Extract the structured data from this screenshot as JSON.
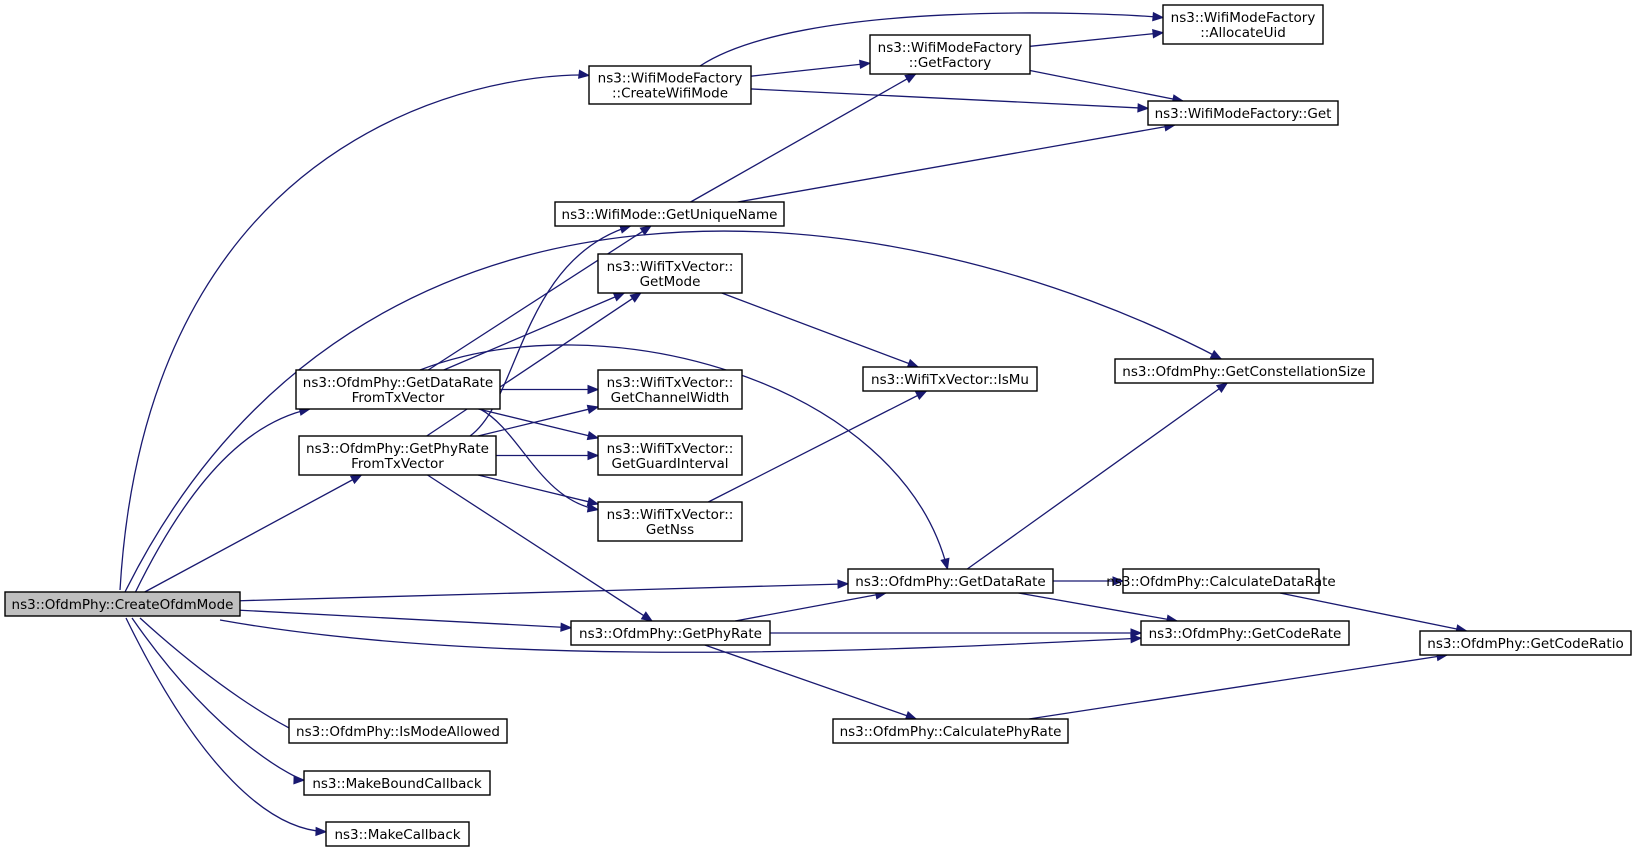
{
  "diagram": {
    "root": "n_create",
    "nodes": [
      {
        "id": "n_create",
        "lines": [
          "ns3::OfdmPhy::CreateOfdmMode"
        ]
      },
      {
        "id": "n_createwifi",
        "lines": [
          "ns3::WifiModeFactory",
          "::CreateWifiMode"
        ]
      },
      {
        "id": "n_getfactory",
        "lines": [
          "ns3::WifiModeFactory",
          "::GetFactory"
        ]
      },
      {
        "id": "n_alloc",
        "lines": [
          "ns3::WifiModeFactory",
          "::AllocateUid"
        ]
      },
      {
        "id": "n_wmfget",
        "lines": [
          "ns3::WifiModeFactory::Get"
        ]
      },
      {
        "id": "n_uniquename",
        "lines": [
          "ns3::WifiMode::GetUniqueName"
        ]
      },
      {
        "id": "n_getmode",
        "lines": [
          "ns3::WifiTxVector::",
          "GetMode"
        ]
      },
      {
        "id": "n_ismu",
        "lines": [
          "ns3::WifiTxVector::IsMu"
        ]
      },
      {
        "id": "n_constsize",
        "lines": [
          "ns3::OfdmPhy::GetConstellationSize"
        ]
      },
      {
        "id": "n_drfromtx",
        "lines": [
          "ns3::OfdmPhy::GetDataRate",
          "FromTxVector"
        ]
      },
      {
        "id": "n_prfromtx",
        "lines": [
          "ns3::OfdmPhy::GetPhyRate",
          "FromTxVector"
        ]
      },
      {
        "id": "n_chanwidth",
        "lines": [
          "ns3::WifiTxVector::",
          "GetChannelWidth"
        ]
      },
      {
        "id": "n_guard",
        "lines": [
          "ns3::WifiTxVector::",
          "GetGuardInterval"
        ]
      },
      {
        "id": "n_nss",
        "lines": [
          "ns3::WifiTxVector::",
          "GetNss"
        ]
      },
      {
        "id": "n_getdatarate",
        "lines": [
          "ns3::OfdmPhy::GetDataRate"
        ]
      },
      {
        "id": "n_calcdr",
        "lines": [
          "ns3::OfdmPhy::CalculateDataRate"
        ]
      },
      {
        "id": "n_getphyrate",
        "lines": [
          "ns3::OfdmPhy::GetPhyRate"
        ]
      },
      {
        "id": "n_coderate",
        "lines": [
          "ns3::OfdmPhy::GetCodeRate"
        ]
      },
      {
        "id": "n_coderatio",
        "lines": [
          "ns3::OfdmPhy::GetCodeRatio"
        ]
      },
      {
        "id": "n_calcpr",
        "lines": [
          "ns3::OfdmPhy::CalculatePhyRate"
        ]
      },
      {
        "id": "n_modeallowed",
        "lines": [
          "ns3::OfdmPhy::IsModeAllowed"
        ]
      },
      {
        "id": "n_boundcb",
        "lines": [
          "ns3::MakeBoundCallback"
        ]
      },
      {
        "id": "n_makecb",
        "lines": [
          "ns3::MakeCallback"
        ]
      }
    ],
    "edges": [
      {
        "from": "n_create",
        "to": "n_createwifi"
      },
      {
        "from": "n_create",
        "to": "n_constsize"
      },
      {
        "from": "n_create",
        "to": "n_drfromtx"
      },
      {
        "from": "n_create",
        "to": "n_prfromtx"
      },
      {
        "from": "n_create",
        "to": "n_getdatarate"
      },
      {
        "from": "n_create",
        "to": "n_getphyrate"
      },
      {
        "from": "n_create",
        "to": "n_coderate"
      },
      {
        "from": "n_create",
        "to": "n_modeallowed"
      },
      {
        "from": "n_create",
        "to": "n_boundcb"
      },
      {
        "from": "n_create",
        "to": "n_makecb"
      },
      {
        "from": "n_createwifi",
        "to": "n_alloc"
      },
      {
        "from": "n_createwifi",
        "to": "n_getfactory"
      },
      {
        "from": "n_createwifi",
        "to": "n_wmfget"
      },
      {
        "from": "n_getfactory",
        "to": "n_alloc"
      },
      {
        "from": "n_getfactory",
        "to": "n_wmfget"
      },
      {
        "from": "n_uniquename",
        "to": "n_getfactory"
      },
      {
        "from": "n_uniquename",
        "to": "n_wmfget"
      },
      {
        "from": "n_getmode",
        "to": "n_ismu"
      },
      {
        "from": "n_drfromtx",
        "to": "n_uniquename"
      },
      {
        "from": "n_drfromtx",
        "to": "n_getmode"
      },
      {
        "from": "n_drfromtx",
        "to": "n_getdatarate"
      },
      {
        "from": "n_drfromtx",
        "to": "n_chanwidth"
      },
      {
        "from": "n_drfromtx",
        "to": "n_guard"
      },
      {
        "from": "n_drfromtx",
        "to": "n_nss"
      },
      {
        "from": "n_prfromtx",
        "to": "n_uniquename"
      },
      {
        "from": "n_prfromtx",
        "to": "n_getmode"
      },
      {
        "from": "n_prfromtx",
        "to": "n_chanwidth"
      },
      {
        "from": "n_prfromtx",
        "to": "n_guard"
      },
      {
        "from": "n_prfromtx",
        "to": "n_nss"
      },
      {
        "from": "n_prfromtx",
        "to": "n_getphyrate"
      },
      {
        "from": "n_nss",
        "to": "n_ismu"
      },
      {
        "from": "n_getdatarate",
        "to": "n_constsize"
      },
      {
        "from": "n_getdatarate",
        "to": "n_calcdr"
      },
      {
        "from": "n_getdatarate",
        "to": "n_coderate"
      },
      {
        "from": "n_calcdr",
        "to": "n_coderatio"
      },
      {
        "from": "n_getphyrate",
        "to": "n_getdatarate"
      },
      {
        "from": "n_getphyrate",
        "to": "n_coderate"
      },
      {
        "from": "n_getphyrate",
        "to": "n_calcpr"
      },
      {
        "from": "n_calcpr",
        "to": "n_coderatio"
      }
    ]
  }
}
